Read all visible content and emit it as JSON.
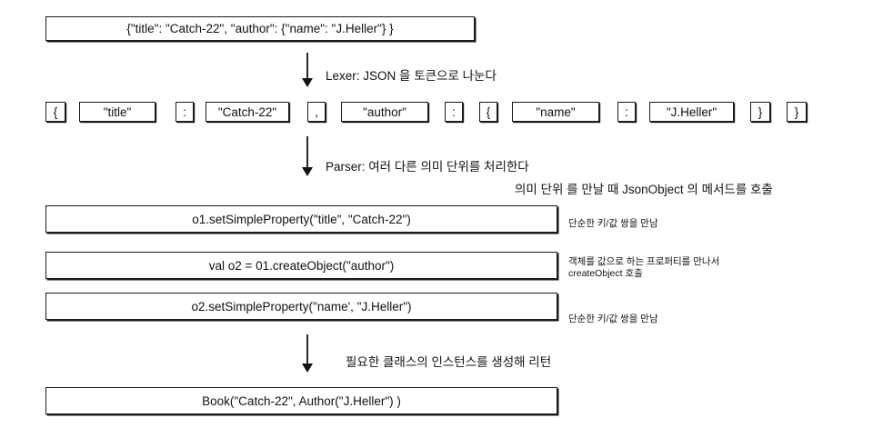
{
  "input_json": "{\"title\": \"Catch-22\", \"author\": {\"name\": \"J.Heller\"} }",
  "steps": {
    "lexer": "Lexer: JSON 을 토큰으로 나눈다",
    "parser": "Parser: 여러 다른 의미 단위를 처리한다",
    "parser_note": "의미 단위 를 만날 때 JsonObject 의 메서드를 호출",
    "result": "필요한 클래스의 인스턴스를 생성해 리턴"
  },
  "tokens": [
    "{",
    "\"title\"",
    ":",
    "\"Catch-22\"",
    ",",
    "\"author\"",
    ":",
    "{",
    "\"name\"",
    ":",
    "\"J.Heller\"",
    "}",
    "}"
  ],
  "calls": [
    {
      "code": "o1.setSimpleProperty(\"title\", \"Catch-22\")",
      "note_line1": "단순한 키/값 쌍을 만남",
      "note_line2": ""
    },
    {
      "code": "val o2 = 01.createObject(\"author\")",
      "note_line1": "객체를 값으로 하는 프로퍼티를 만나서",
      "note_line2": "createObject 호출"
    },
    {
      "code": "o2.setSimpleProperty(\"name', \"J.Heller\")",
      "note_line1": "단순한 키/값 쌍을 만남",
      "note_line2": ""
    }
  ],
  "output": "Book(\"Catch-22\", Author(\"J.Heller\") )"
}
